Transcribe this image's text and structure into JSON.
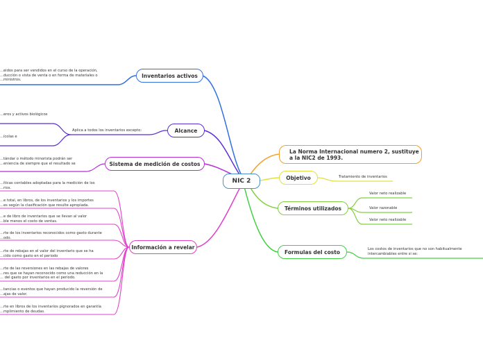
{
  "root": {
    "label": "NIC 2",
    "color": "#4a90c8"
  },
  "left_branches": {
    "inventarios_activos": {
      "label": "Inventarios activos",
      "color": "#2f6fe0",
      "leaf": "...eidos para ser vendidos en el curso de la operación,\n...ducción o vista de venta o en forma de materiales o\n...ministros."
    },
    "alcance": {
      "label": "Alcance",
      "color": "#5a2bd6",
      "sub": "Aplica a todos los inventarios excepto:",
      "leaf1": "...eros y activos biológicos",
      "leaf2": "...ícolas  e"
    },
    "medicion": {
      "label": "Sistema de medición de costos",
      "color": "#b42ed2",
      "leaf": "...tándar o método minorista podrán ser\n...eniencia de siempre que el resultado se"
    },
    "informacion": {
      "label": "Información a revelar",
      "color": "#e040c8",
      "leaves": [
        "...íticas contables adoptadas para la medición de los\n...rios.",
        "...e total, en libros, de los inventarios y los importes\n...es según la clasificación que resulte apropiada.",
        "...e de libro de inventarios que se llevan al valor\n...ble menos el costo de ventas.",
        "...rte de los inventarios reconocidos como gasto durante\n...odo.",
        "...rte de rebajas en el valor del inventario que se ha\n...cido como gasto en el periodo",
        "...rte de las reversiones en las rebajas de valores\n...res que se hayan reconocido como una reducción en la\n... del gasto por inventarios en el periodo.",
        "...tancias o eventos que hayan producido la reversión de\n...ajas de valor.",
        "...rte en libros de los inventarios pignorados en garantía\n...mplimiento de deudas."
      ]
    }
  },
  "right_branches": {
    "norma": {
      "label": "La Norma Internacional numero 2, sustituye\na la NIC2 de 1993.",
      "color": "#f0a030"
    },
    "objetivo": {
      "label": "Objetivo",
      "color": "#e0e040",
      "leaf": "Tratamiento de inventarios"
    },
    "terminos": {
      "label": "Términos utilizados",
      "color": "#80d040",
      "leaves": [
        "Valor neto realizable",
        "Valor razonable",
        "Valor neto realizable"
      ]
    },
    "formulas": {
      "label": "Formulas del costo",
      "color": "#40d040",
      "leaf": "Los costos de inventarios que no son habitualmente\nintercambiables entre si se:"
    }
  }
}
